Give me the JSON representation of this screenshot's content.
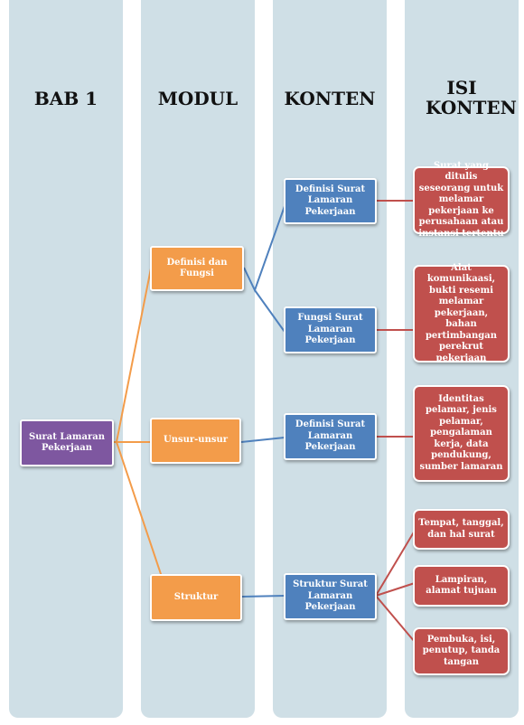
{
  "columns": {
    "bab": "BAB 1",
    "modul": "MODUL",
    "konten": "KONTEN",
    "isi": "ISI KONTEN"
  },
  "colors": {
    "column_bg": "#cfdfe6",
    "purple": "#7e57a0",
    "orange": "#f39c4a",
    "blue": "#4f81bd",
    "red": "#c0504d"
  },
  "nodes": {
    "root": "Surat Lamaran Pekerjaan",
    "modul": {
      "definisi": "Definisi dan Fungsi",
      "unsur": "Unsur-unsur",
      "struktur": "Struktur"
    },
    "konten": {
      "definisi_surat": "Definisi Surat Lamaran Pekerjaan",
      "fungsi_surat": "Fungsi Surat Lamaran Pekerjaan",
      "definisi_surat_2": "Definisi Surat Lamaran Pekerjaan",
      "struktur_surat": "Struktur Surat Lamaran Pekerjaan"
    },
    "isi": {
      "definisi": "Surat yang ditulis seseorang untuk melamar pekerjaan ke perusahaan atau instansi tertentu",
      "fungsi": "Alat komunikaasi, bukti resemi melamar pekerjaan, bahan pertimbangan perekrut pekerjaan",
      "unsur": "Identitas pelamar, jenis pelamar, pengalaman kerja, data pendukung, sumber lamaran",
      "tempat": "Tempat, tanggal, dan hal surat",
      "lampiran": "Lampiran, alamat tujuan",
      "pembuka": "Pembuka, isi, penutup, tanda tangan"
    }
  }
}
